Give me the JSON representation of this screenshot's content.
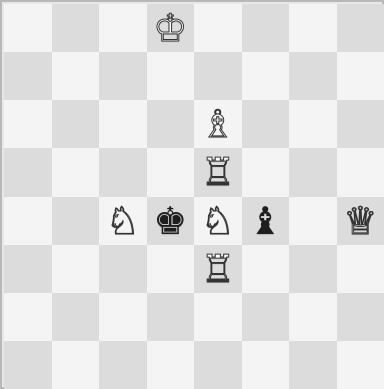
{
  "board": {
    "files": [
      "a",
      "b",
      "c",
      "d",
      "e",
      "f",
      "g",
      "h"
    ],
    "ranks": [
      "8",
      "7",
      "6",
      "5",
      "4",
      "3",
      "2",
      "1"
    ],
    "light_color": "#f4f4f4",
    "dark_color": "#dcdcdc",
    "orientation": "white-bottom"
  },
  "pieces": [
    {
      "square": "d8",
      "color": "white",
      "type": "king",
      "glyph": "♔"
    },
    {
      "square": "e6",
      "color": "white",
      "type": "bishop",
      "glyph": "♗"
    },
    {
      "square": "e5",
      "color": "white",
      "type": "rook",
      "glyph": "♖"
    },
    {
      "square": "c4",
      "color": "white",
      "type": "knight",
      "glyph": "♘"
    },
    {
      "square": "d4",
      "color": "black",
      "type": "king",
      "glyph": "♚"
    },
    {
      "square": "e4",
      "color": "white",
      "type": "knight",
      "glyph": "♘"
    },
    {
      "square": "f4",
      "color": "black",
      "type": "bishop",
      "glyph": "♝"
    },
    {
      "square": "h4",
      "color": "white",
      "type": "queen",
      "glyph": "♕"
    },
    {
      "square": "e3",
      "color": "white",
      "type": "rook",
      "glyph": "♖"
    }
  ]
}
